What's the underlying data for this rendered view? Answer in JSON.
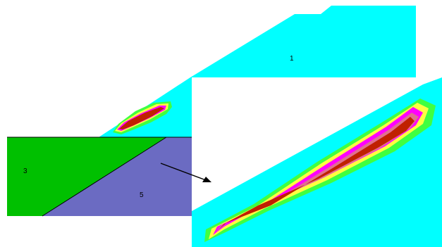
{
  "labels": {
    "region_1": "1",
    "region_3": "3",
    "region_5": "5"
  },
  "colors": {
    "background": "#ffffff",
    "soil_layer_1": "#00ffff",
    "soil_layer_3": "#00c000",
    "soil_layer_5": "#6b6bc2",
    "zone_core": "#c02000",
    "zone_magenta": "#ff00ff",
    "zone_pink": "#e07090",
    "zone_yellow": "#ffff40",
    "zone_green": "#40ff40",
    "arrow": "#000000"
  },
  "icons": {
    "zoom_arrow": "arrow-right-icon"
  }
}
